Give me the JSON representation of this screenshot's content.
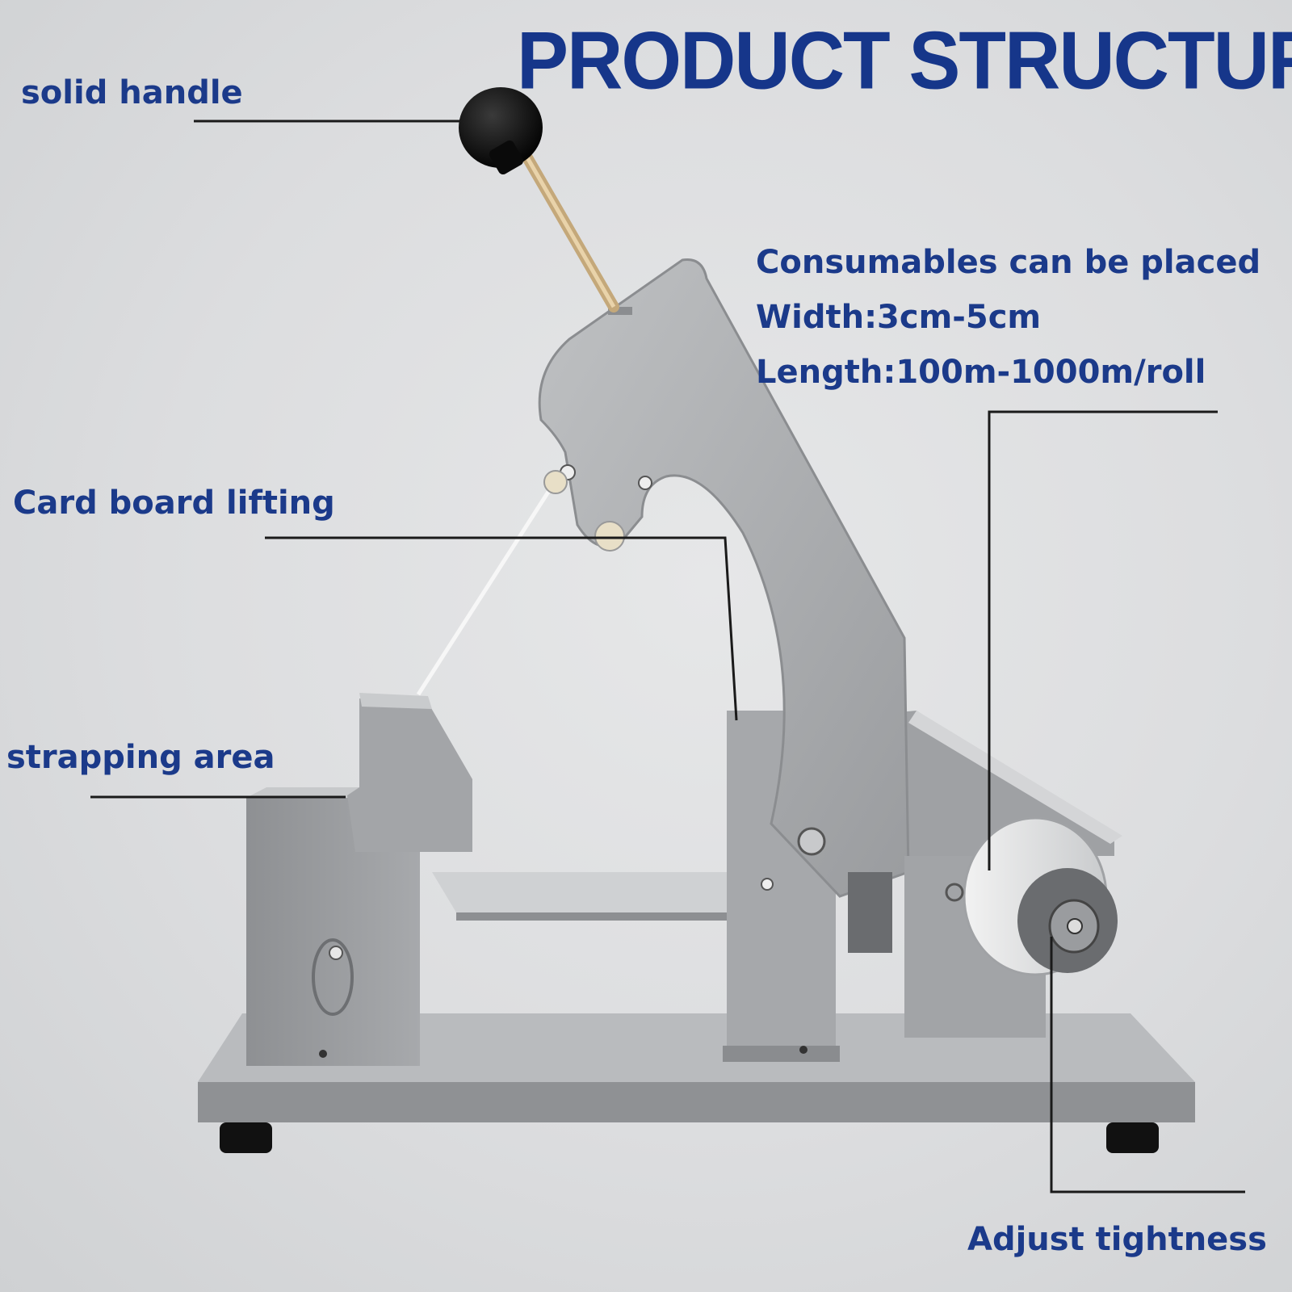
{
  "title": "PRODUCT STRUCTURE",
  "labels": {
    "solid_handle": "solid handle",
    "card_board_lifting": "Card board lifting",
    "strapping_area": "strapping area",
    "adjust_tightness": "Adjust tightness"
  },
  "specs": {
    "line1": "Consumables can be placed",
    "line2": "Width:3cm-5cm",
    "line3": "Length:100m-1000m/roll"
  },
  "colors": {
    "text": "#1b3a8a",
    "title": "#16368a",
    "machine": "#a9abad"
  }
}
